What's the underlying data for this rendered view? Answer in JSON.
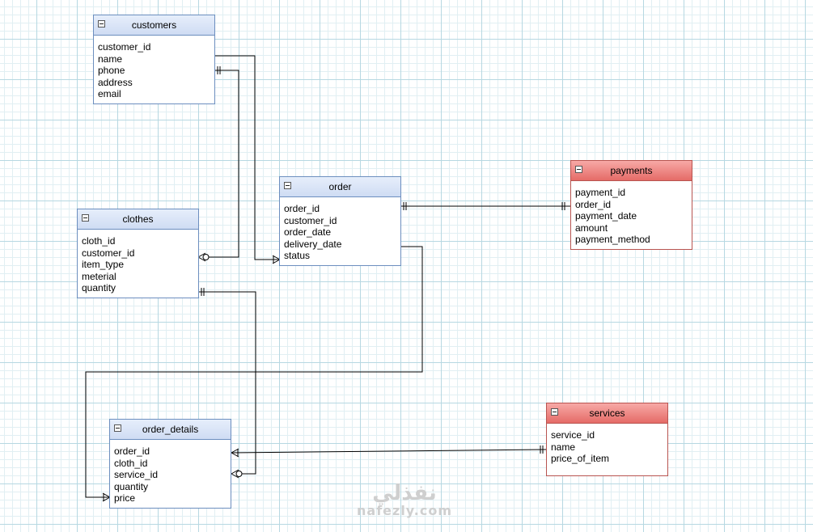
{
  "entities": {
    "customers": {
      "title": "customers",
      "fields": [
        "customer_id",
        "name",
        "phone",
        "address",
        "email"
      ]
    },
    "clothes": {
      "title": "clothes",
      "fields": [
        "cloth_id",
        "customer_id",
        "item_type",
        "meterial",
        "quantity"
      ]
    },
    "order": {
      "title": "order",
      "fields": [
        "order_id",
        "customer_id",
        "order_date",
        "delivery_date",
        "status"
      ]
    },
    "payments": {
      "title": "payments",
      "fields": [
        "payment_id",
        "order_id",
        "payment_date",
        "amount",
        "payment_method"
      ]
    },
    "order_details": {
      "title": "order_details",
      "fields": [
        "order_id",
        "cloth_id",
        "service_id",
        "quantity",
        "price"
      ]
    },
    "services": {
      "title": "services",
      "fields": [
        "service_id",
        "name",
        "price_of_item"
      ]
    }
  },
  "relationships": [
    {
      "name": "customers-order",
      "from": "customers",
      "to": "order",
      "from_end": "none",
      "to_end": "one-or-many"
    },
    {
      "name": "customers-clothes",
      "from": "customers",
      "to": "clothes",
      "from_end": "one-and-only-one",
      "to_end": "zero-or-many"
    },
    {
      "name": "order-payments",
      "from": "order",
      "to": "payments",
      "from_end": "one-and-only-one",
      "to_end": "one-and-only-one"
    },
    {
      "name": "order-order_details",
      "from": "order",
      "to": "order_details",
      "from_end": "none",
      "to_end": "one-or-many"
    },
    {
      "name": "clothes-order_details",
      "from": "clothes",
      "to": "order_details",
      "from_end": "one-and-only-one",
      "to_end": "zero-or-many"
    },
    {
      "name": "services-order_details",
      "from": "services",
      "to": "order_details",
      "from_end": "one-and-only-one",
      "to_end": "one-or-many"
    }
  ],
  "watermark": {
    "arabic": "نفذلي",
    "latin": "nafezly.com"
  },
  "colors": {
    "entity_border": "#6c8ebf",
    "entity_header": "#dae8fc",
    "red_border": "#b85450",
    "red_header": "#ea6b66",
    "line": "#000000"
  }
}
